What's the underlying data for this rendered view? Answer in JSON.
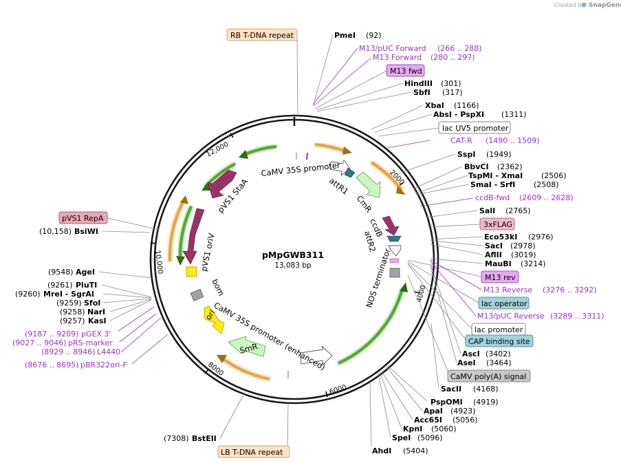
{
  "credit": {
    "prefix": "Created by",
    "app": "SnapGene"
  },
  "plasmid": {
    "name": "pMpGWB311",
    "size": "13,083 bp",
    "length": 13083
  },
  "ticks": [
    {
      "label": "2000",
      "pos": 2000
    },
    {
      "label": "4000",
      "pos": 4000
    },
    {
      "label": "6000",
      "pos": 6000
    },
    {
      "label": "8000",
      "pos": 8000
    },
    {
      "label": "10,000",
      "pos": 10000
    },
    {
      "label": "12,000",
      "pos": 12000
    }
  ],
  "sites": [
    {
      "name": "PmeI",
      "pos": "(92)"
    },
    {
      "name": "HindIII",
      "pos": "(301)"
    },
    {
      "name": "SbfI",
      "pos": "(317)"
    },
    {
      "name": "XbaI",
      "pos": "(1166)"
    },
    {
      "name": "AbsI  - PspXI",
      "pos": "(1311)"
    },
    {
      "name": "SspI",
      "pos": "(1949)"
    },
    {
      "name": "BbvCI",
      "pos": "(2362)"
    },
    {
      "name": "TspMI  - XmaI",
      "pos": "(2506)"
    },
    {
      "name": "SmaI  - SrfI",
      "pos": "(2508)"
    },
    {
      "name": "SalI",
      "pos": "(2765)"
    },
    {
      "name": "Eco53kI",
      "pos": "(2976)"
    },
    {
      "name": "SacI",
      "pos": "(2978)"
    },
    {
      "name": "AflII",
      "pos": "(3019)"
    },
    {
      "name": "MauBI",
      "pos": "(3214)"
    },
    {
      "name": "AscI",
      "pos": "(3402)"
    },
    {
      "name": "AseI",
      "pos": "(3464)"
    },
    {
      "name": "SacII",
      "pos": "(4168)"
    },
    {
      "name": "PspOMI",
      "pos": "(4919)"
    },
    {
      "name": "ApaI",
      "pos": "(4923)"
    },
    {
      "name": "Acc65I",
      "pos": "(5056)"
    },
    {
      "name": "KpnI",
      "pos": "(5060)"
    },
    {
      "name": "SpeI",
      "pos": "(5096)"
    },
    {
      "name": "AhdI",
      "pos": "(5404)"
    },
    {
      "name": "BstEII",
      "pos": "(7308)"
    },
    {
      "name": "KasI",
      "pos": "(9257)"
    },
    {
      "name": "NarI",
      "pos": "(9258)"
    },
    {
      "name": "SfoI",
      "pos": "(9259)"
    },
    {
      "name": "MreI  - SgrAI",
      "pos": "(9260)"
    },
    {
      "name": "PluTI",
      "pos": "(9261)"
    },
    {
      "name": "AgeI",
      "pos": "(9548)"
    },
    {
      "name": "BsiWI",
      "pos": "(10,158)"
    }
  ],
  "primers": [
    {
      "name": "M13/pUC Forward",
      "pos": "(266 .. 288)"
    },
    {
      "name": "M13 Forward",
      "pos": "(280 .. 297)"
    },
    {
      "name": "CAT-R",
      "pos": "(1490 .. 1509)"
    },
    {
      "name": "ccdB-fwd",
      "pos": "(2609 .. 2628)"
    },
    {
      "name": "M13 Reverse",
      "pos": "(3276 .. 3292)"
    },
    {
      "name": "M13/pUC Reverse",
      "pos": "(3289 .. 3311)"
    },
    {
      "name": "pGEX 3'",
      "pos": "(9187 .. 9209)"
    },
    {
      "name": "pRS-marker",
      "pos": "(9027 .. 9046)"
    },
    {
      "name": "L4440",
      "pos": "(8929 .. 8946)"
    },
    {
      "name": "pBR322ori-F",
      "pos": "(8676 .. 8695)"
    }
  ],
  "boxed_features": [
    {
      "name": "RB T-DNA repeat",
      "color": "#fde1c4",
      "border": "#c8a98a"
    },
    {
      "name": "M13 fwd",
      "color": "#e8a8f0",
      "border": "#9a5aa8"
    },
    {
      "name": "lac UV5 promoter",
      "color": "#ffffff",
      "border": "#888888"
    },
    {
      "name": "3xFLAG",
      "color": "#f0b8c8",
      "border": "#a87888"
    },
    {
      "name": "M13 rev",
      "color": "#e8a8f0",
      "border": "#9a5aa8"
    },
    {
      "name": "lac operator",
      "color": "#9fd3dc",
      "border": "#5a8f98"
    },
    {
      "name": "lac promoter",
      "color": "#ffffff",
      "border": "#888888"
    },
    {
      "name": "CAP binding site",
      "color": "#9fd3dc",
      "border": "#5a8f98"
    },
    {
      "name": "CaMV poly(A) signal",
      "color": "#c8c8c8",
      "border": "#888888"
    },
    {
      "name": "LB T-DNA repeat",
      "color": "#fde1c4",
      "border": "#c8a98a"
    },
    {
      "name": "pVS1 RepA",
      "color": "#e8a8b8",
      "border": "#a06878"
    }
  ],
  "inner_features": {
    "camv35s_top": "CaMV 35S promoter",
    "attR1": "attR1",
    "cmR": "CmR",
    "ccdB": "ccdB",
    "attR2": "attR2",
    "nos": "NOS terminator",
    "pvs1_staA": "pVS1 StaA",
    "pvs1_oriV": "pVS1 oriV",
    "bom": "bom",
    "camv35s_enh": "CaMV 35S promoter (enhanced)",
    "ori": "ori",
    "smR": "SmR"
  },
  "colors": {
    "backbone": "#1a1a1a",
    "orange": "#e6a544",
    "green": "#55a830",
    "maroon": "#993366",
    "yellow": "#ffee00",
    "lightgreen": "#cdf5c4",
    "gray": "#a0a4a8",
    "teal": "#337788",
    "primer": "#a02ed0"
  }
}
